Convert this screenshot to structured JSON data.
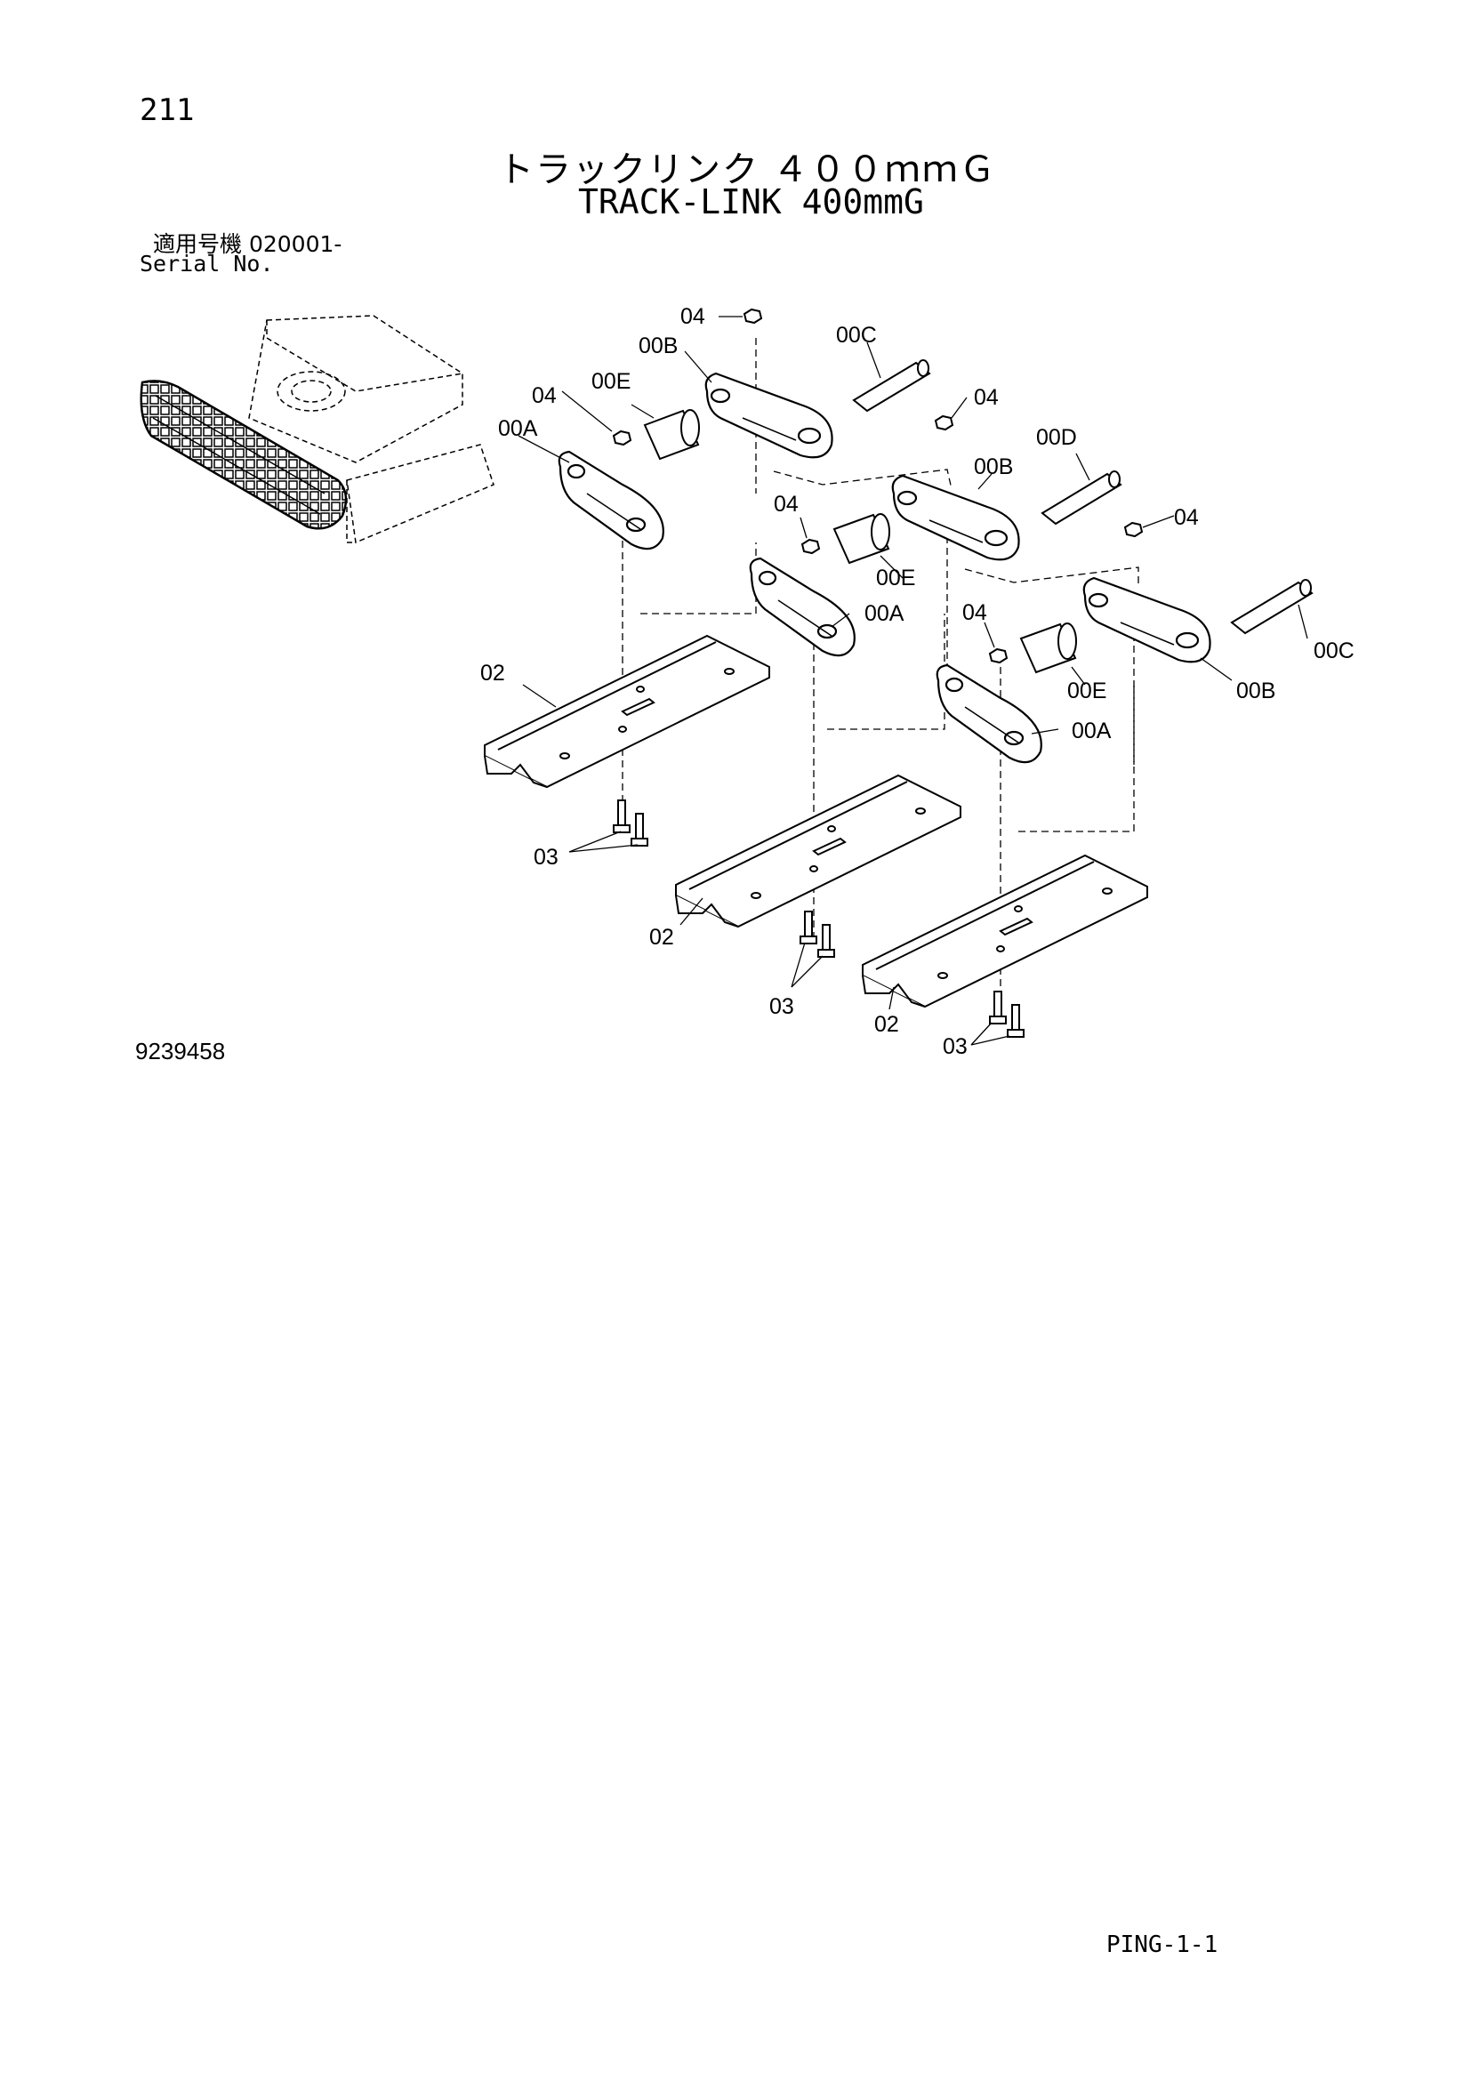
{
  "header": {
    "page_number": "211",
    "title_jp": "トラックリンク ４００ｍｍＧ",
    "title_en": "TRACK-LINK 400mmG",
    "serial_label_jp": "適用号機 020001-",
    "serial_label_en": "Serial No."
  },
  "footer": {
    "drawing_number": "9239458",
    "page_code": "PING-1-1"
  },
  "callouts": {
    "c1": "04",
    "c2": "00C",
    "c3": "00B",
    "c4": "04",
    "c5": "00E",
    "c6": "00A",
    "c7": "04",
    "c8": "00D",
    "c9": "00B",
    "c10": "04",
    "c11": "04",
    "c12": "00E",
    "c13": "00A",
    "c14": "04",
    "c15": "00C",
    "c16": "00E",
    "c17": "00B",
    "c18": "02",
    "c19": "00A",
    "c20": "03",
    "c21": "02",
    "c22": "03",
    "c23": "02",
    "c24": "03"
  }
}
